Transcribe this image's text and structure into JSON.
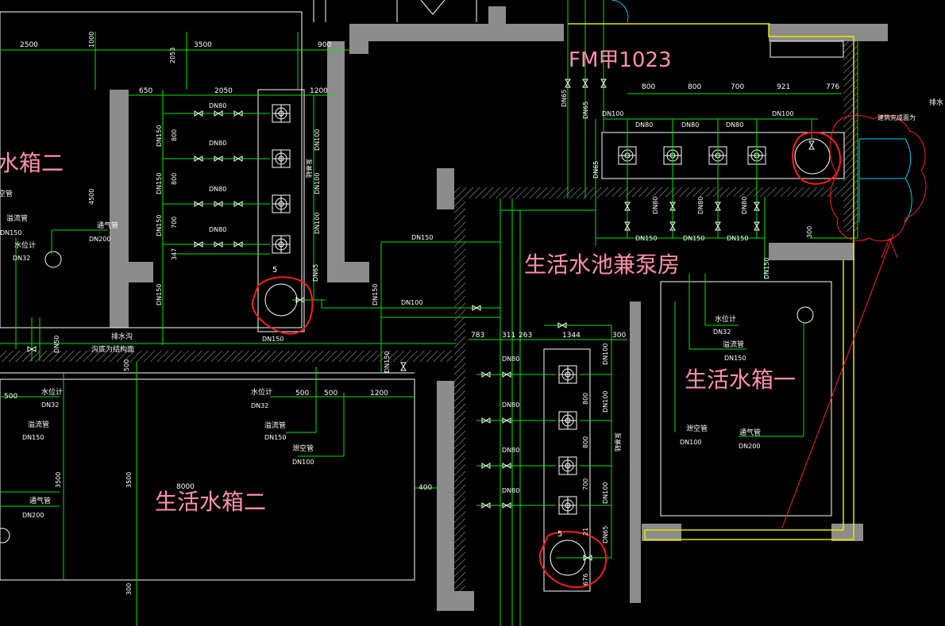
{
  "colors": {
    "background": "#000000",
    "wall": "#8c8c8c",
    "pipe": "#00e600",
    "outline": "#ffffff",
    "room_label": "#ff8fb0",
    "markup": "#ff1a1a",
    "boundary": "#e6e600"
  },
  "rooms": {
    "pump_room": "生活水池兼泵房",
    "tank_one": "生活水箱一",
    "tank_two": "生活水箱二",
    "tank_two_partial": "水箱二",
    "door_tag": "FM甲1023"
  },
  "labels": {
    "drain_trench": "排水沟",
    "slab_note": "沟底为结构面",
    "drain_top": "排水",
    "finish_note": "建筑完成面为",
    "water_gauge": "水位计",
    "overflow": "溢流管",
    "vent": "通气管",
    "empty_pipe": "泄空管",
    "empty_pipe_partial": "空管",
    "pump_base": "泵基础",
    "dn32": "DN32",
    "dn50": "DN50",
    "dn65": "DN65",
    "dn80": "DN80",
    "dn100": "DN100",
    "dn150": "DN150",
    "dn200": "DN200",
    "circle_five": "5"
  },
  "dims": {
    "d2500": "2500",
    "d1000": "1000",
    "d3500": "3500",
    "d2053": "2053",
    "d900": "900",
    "d650": "650",
    "d2050": "2050",
    "d1200": "1200",
    "d800": "800",
    "d700": "700",
    "d921": "921",
    "d776": "776",
    "d347": "347",
    "d4500": "4500",
    "d300": "300",
    "d500": "500",
    "d783": "783",
    "d311": "311",
    "d263": "263",
    "d1344": "1344",
    "d400": "400",
    "d8000": "8000",
    "d676": "676",
    "d21": "21"
  }
}
